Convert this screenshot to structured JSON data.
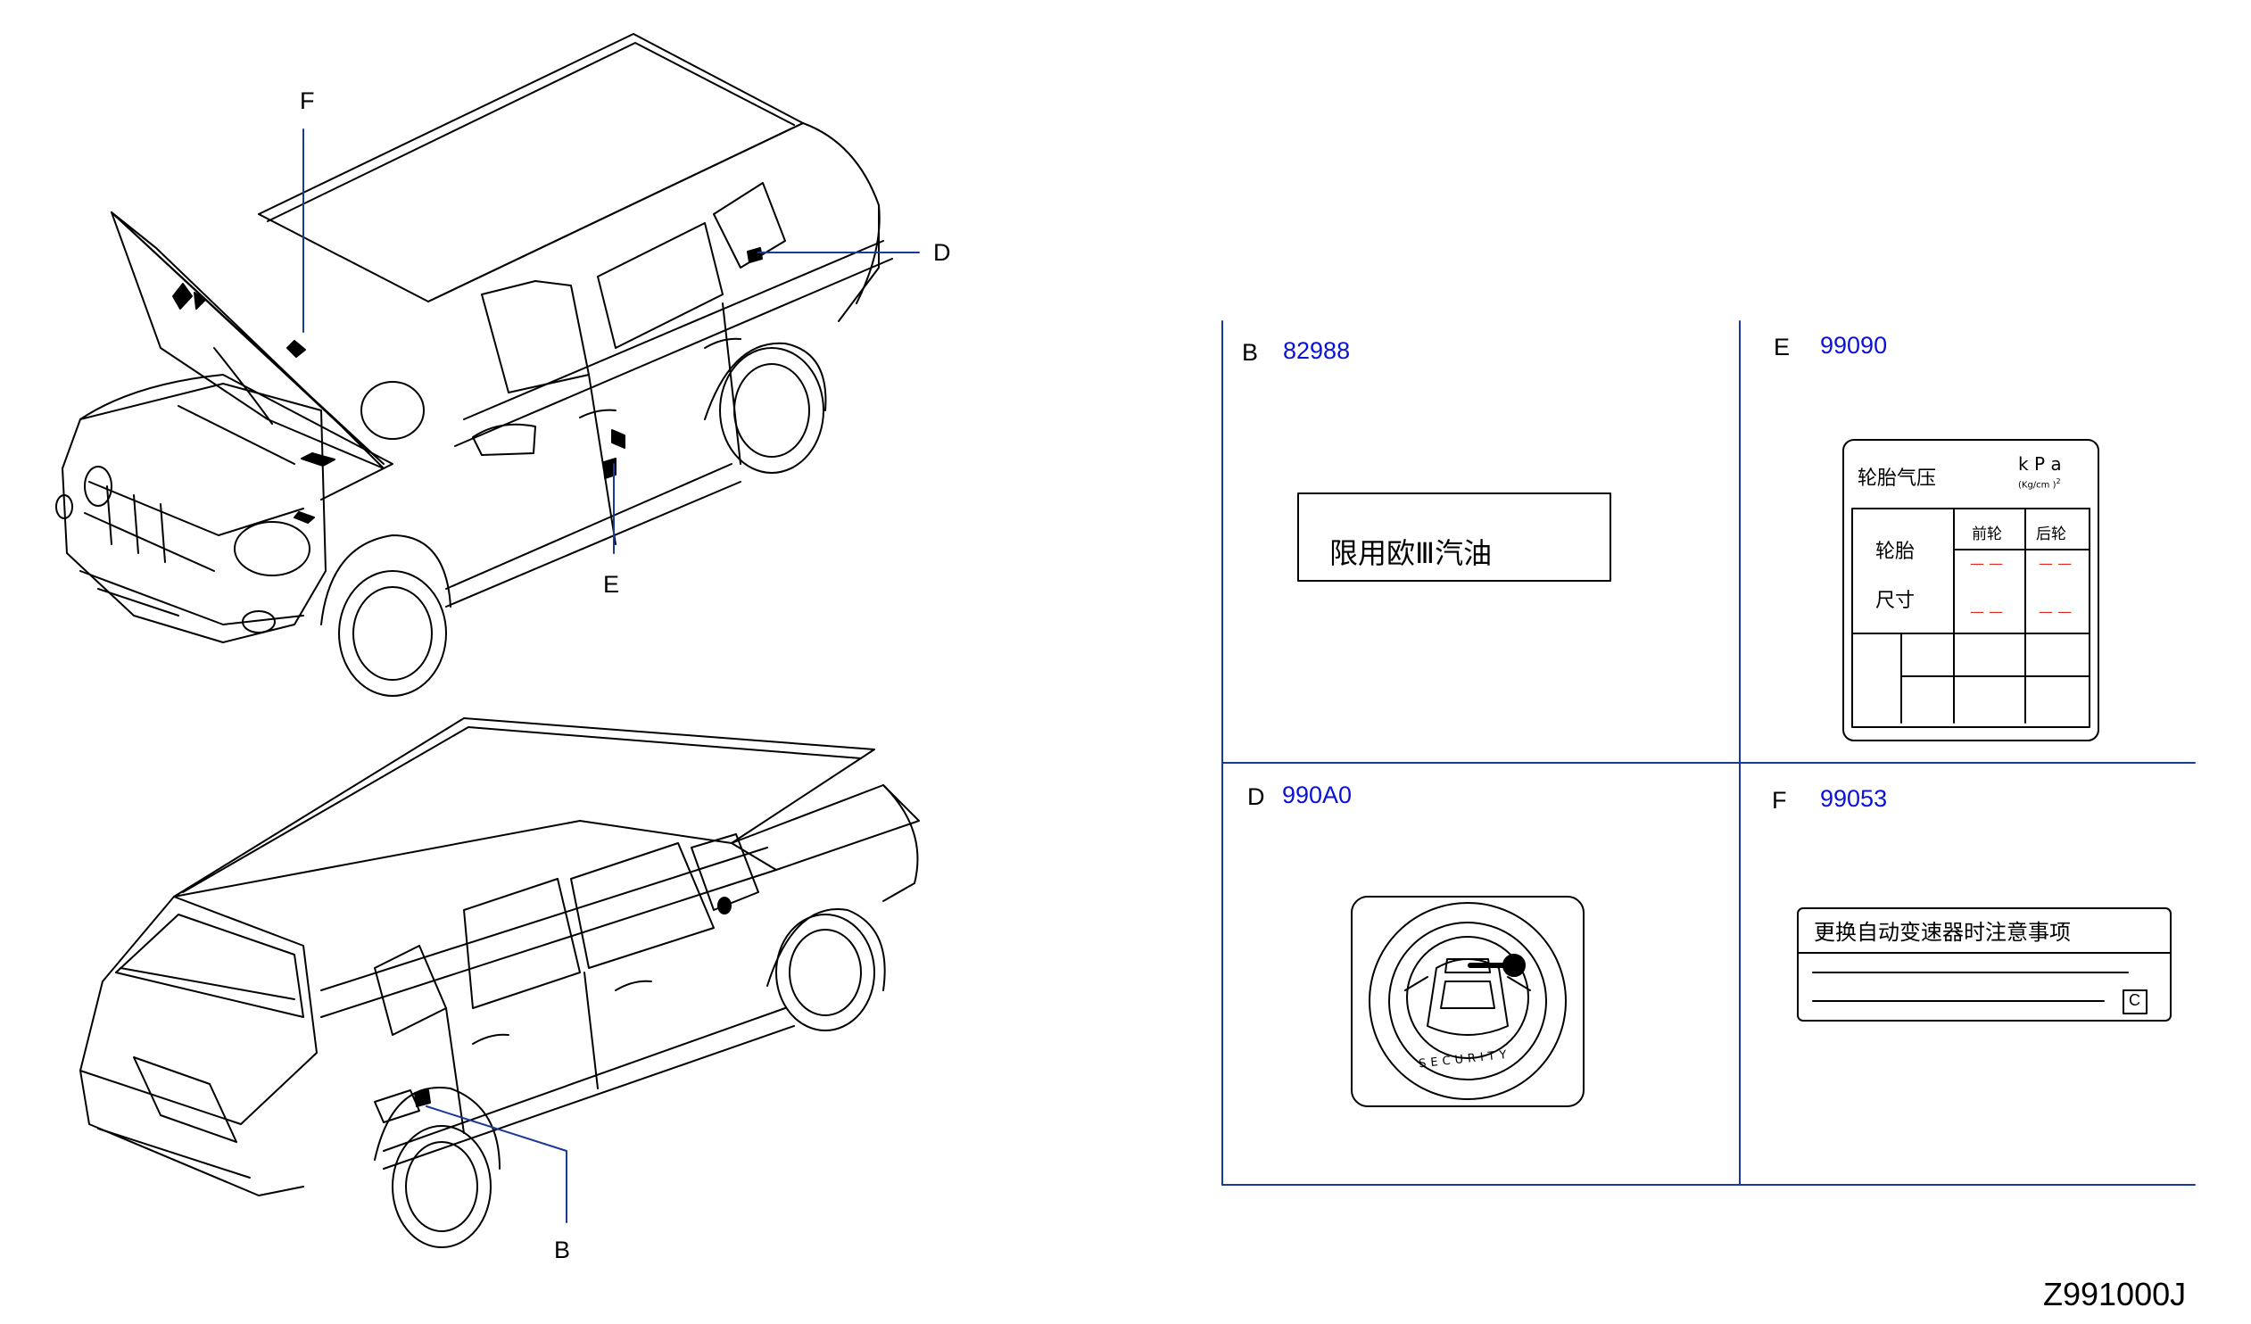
{
  "callouts": {
    "F": "F",
    "D": "D",
    "E": "E",
    "B": "B"
  },
  "panels": {
    "b": {
      "letter": "B",
      "part_no": "82988",
      "label_text": "限用欧Ⅲ汽油"
    },
    "e": {
      "letter": "E",
      "part_no": "99090",
      "title": "轮胎气压",
      "unit_main": "k P a",
      "unit_sub": "(Kg/cm )",
      "unit_sup": "2",
      "front": "前轮",
      "rear": "后轮",
      "tire": "轮胎",
      "size": "尺寸",
      "placeholder": "— —"
    },
    "d": {
      "letter": "D",
      "part_no": "990A0",
      "ring_text": "SECURITY"
    },
    "f": {
      "letter": "F",
      "part_no": "99053",
      "title": "更换自动变速器时注意事项",
      "box": "C"
    }
  },
  "drawing_ref": "Z991000J",
  "colors": {
    "line": "#000000",
    "part_no": "#0a12d6",
    "panel_border": "#1a3a9a",
    "leader": "#1a3a9a",
    "dash": "#e0281e"
  }
}
